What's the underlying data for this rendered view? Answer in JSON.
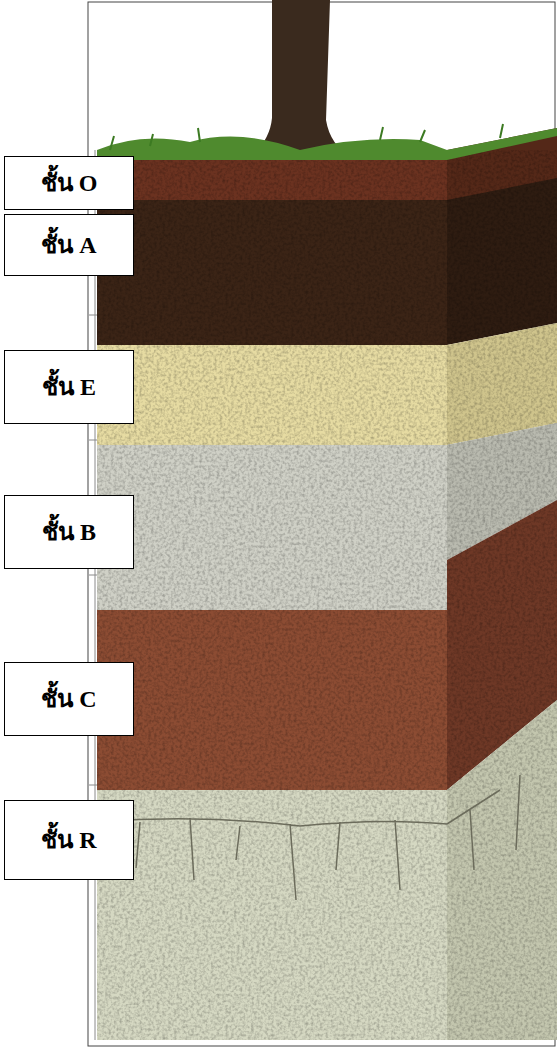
{
  "diagram": {
    "nodes": [
      {
        "text": [
          "ชั้น O"
        ]
      },
      {
        "text": [
          "ชั้น A"
        ]
      },
      {
        "text": [
          "ชั้น E"
        ]
      },
      {
        "text": [
          "ชั้น B"
        ]
      },
      {
        "text": [
          "ชั้น C"
        ]
      },
      {
        "text": [
          "ชั้น R"
        ]
      }
    ]
  }
}
